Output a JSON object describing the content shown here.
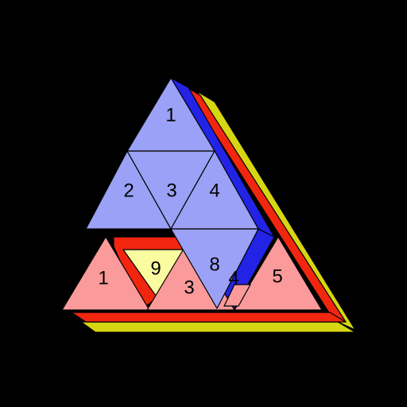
{
  "colors": {
    "background": "#000000",
    "blue_face": "#9aa1f6",
    "blue_side": "#2323e6",
    "red_face": "#fa9a9a",
    "red_side": "#f2260f",
    "yellow_face": "#fbfba0",
    "yellow_side": "#d6d613"
  },
  "blue_layer": {
    "tiles": [
      "1",
      "2",
      "3",
      "4",
      "8"
    ]
  },
  "pink_layer": {
    "tiles": [
      "1",
      "9",
      "3",
      "4",
      "5"
    ]
  }
}
